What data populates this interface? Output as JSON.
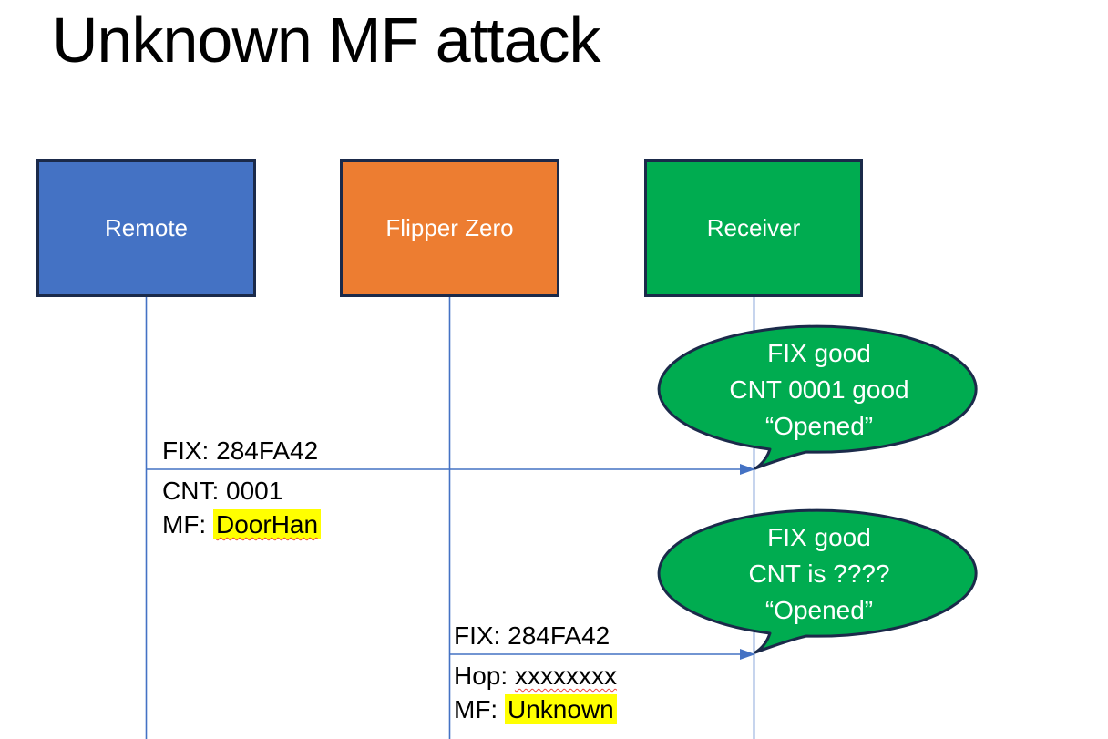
{
  "slide": {
    "title": "Unknown MF attack"
  },
  "actors": [
    {
      "label": "Remote",
      "color": "#4472c4"
    },
    {
      "label": "Flipper Zero",
      "color": "#ed7d31"
    },
    {
      "label": "Receiver",
      "color": "#00ac50"
    }
  ],
  "messages": [
    {
      "from": "Remote",
      "to": "Receiver",
      "above": "FIX: 284FA42",
      "below1": "CNT: 0001",
      "below2_prefix": "MF: ",
      "below2_value": "DoorHan"
    },
    {
      "from": "Flipper Zero",
      "to": "Receiver",
      "above": "FIX: 284FA42",
      "below1_prefix": "Hop: ",
      "below1_value": "xxxxxxxx",
      "below2_prefix": "MF: ",
      "below2_value": "Unknown"
    }
  ],
  "callouts": [
    {
      "lines": [
        "FIX good",
        "CNT 0001 good",
        "“Opened”"
      ]
    },
    {
      "lines": [
        "FIX good",
        "CNT is ????",
        "“Opened”"
      ]
    }
  ],
  "colors": {
    "actor_border": "#1b2a4a",
    "lifeline_blue": "#4472c4",
    "bubble_green": "#00ac50",
    "bubble_border": "#1b2a4a",
    "highlight_yellow": "#ffff00",
    "spellcheck_red": "#e8453c",
    "text_black": "#000000",
    "text_white": "#ffffff"
  }
}
